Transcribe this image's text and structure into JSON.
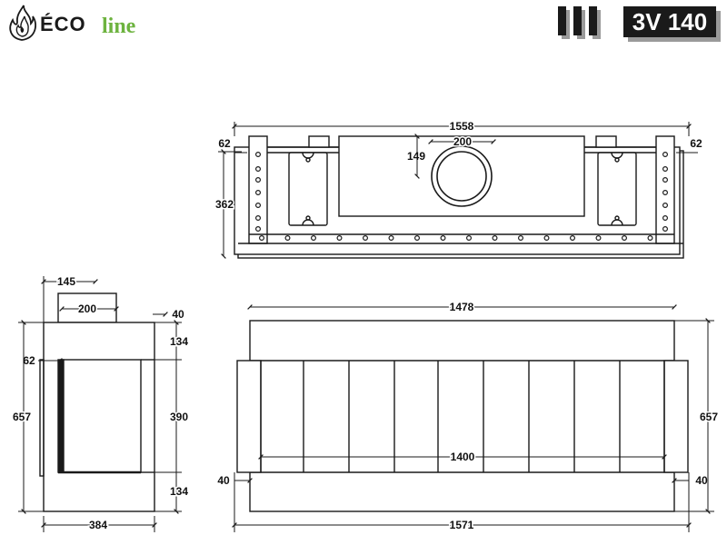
{
  "header": {
    "logo": {
      "brand_part1": "ÉCO",
      "brand_part2": "line",
      "brand_color": "#6db33f"
    },
    "model_label": "3V 140",
    "version_bars_count": 3
  },
  "drawing": {
    "top_view": {
      "width": "1558",
      "left_margin": "62",
      "right_margin": "62",
      "flue_diameter": "200",
      "flue_offset": "149",
      "depth": "362"
    },
    "side_view": {
      "flue_outer": "145",
      "flue_inner": "200",
      "flue_setback": "40",
      "top_section": "134",
      "glass_height": "390",
      "bottom_section": "134",
      "side_offset": "62",
      "total_height": "657",
      "depth": "384"
    },
    "front_view": {
      "top_width": "1478",
      "glass_width": "1400",
      "total_height": "657",
      "left_offset": "40",
      "right_offset": "40",
      "bottom_width": "1571"
    }
  },
  "colors": {
    "line": "#1a1a1a",
    "badge_bg": "#1a1a1a",
    "badge_shadow": "#9a9a9a"
  }
}
